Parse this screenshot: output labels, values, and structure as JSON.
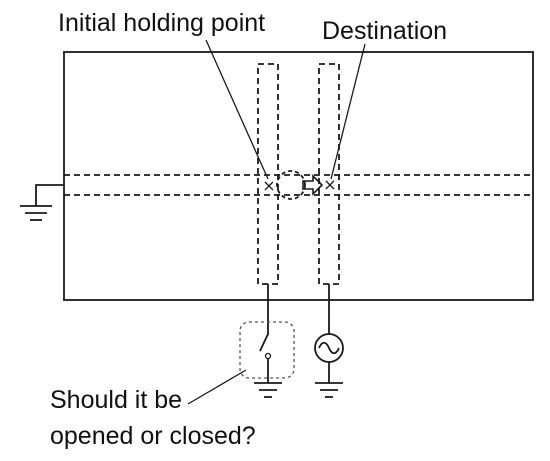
{
  "labels": {
    "initial_holding_point": "Initial holding point",
    "destination": "Destination",
    "question_line1": "Should it be",
    "question_line2": "opened or closed?"
  },
  "markers": {
    "initial": "×",
    "destination": "×"
  },
  "colors": {
    "stroke": "#1a1a1a",
    "background": "#ffffff",
    "switch_box": "#555555"
  },
  "icons": {
    "ground": "ground-symbol-icon",
    "ac_source": "ac-voltage-source-icon",
    "switch": "open-switch-icon",
    "arrow": "hollow-right-arrow-icon"
  }
}
